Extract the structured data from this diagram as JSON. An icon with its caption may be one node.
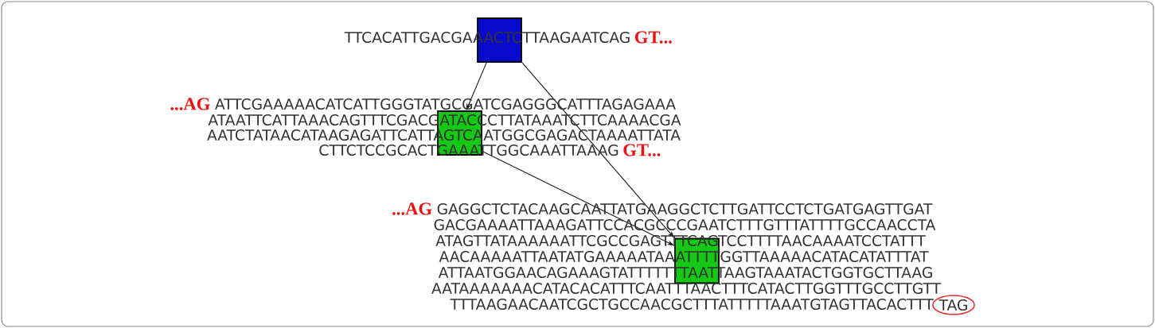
{
  "diagram": {
    "nodes": [
      {
        "text": [],
        "shape": "box"
      },
      {
        "text": [],
        "shape": "box"
      },
      {
        "text": [],
        "shape": "box"
      },
      {
        "text": [
          "TAG"
        ]
      }
    ],
    "edges": [
      {
        "from": 0,
        "to": 1,
        "arrow": "to"
      },
      {
        "from": 0,
        "to": 2,
        "arrow": "to"
      },
      {
        "from": 1,
        "to": 2,
        "arrow": "to"
      }
    ],
    "labels": [
      "TTCACATTGACGAAACTCTTAAGAATCAG",
      "GT...",
      "...AG",
      "ATTCGAAAAACATCATTGGGTATGCGATCGAGGGCATTTAGAGAAA",
      "ATAATTCATTAAACAGTTTCGACGATACCCTTATAAATCTTCAAAACGA",
      "AATCTATAACATAAGAGATTCATTAGTCAATGGCGAGACTAAAATTATA",
      "CTTCTCCGCACTGAAATTGGCAAATTAAAG",
      "GT...",
      "...AG",
      "GAGGCTCTACAAGCAATTATGAAGGCTCTTGATTCCTCTGATGAGTTGAT",
      "GACGAAAATTAAAGATTCCACGCCCGAATCTTTGTTTATTTTGCCAACCTA",
      "ATAGTTATAAAAAATTCGCCGAGTTTCAGTCCTTTTAACAAAATCCTATTT",
      "AACAAAAATTAATATGAAAAATAAATTTTGGTTAAAAACATACATATTTAT",
      "ATTAATGGAACAGAAAGTATTTTTTTAATTAAGTAAATACTGGTGCTTAAG",
      "AATAAAAAAACATACACATTTCAATTTAACTTTCATACTTGGTTTGCCTTGTT",
      "TTTAAGAACAATCGCTGCCAACGCTTTATTTTTAAATGTAGTTACACTTT"
    ]
  }
}
